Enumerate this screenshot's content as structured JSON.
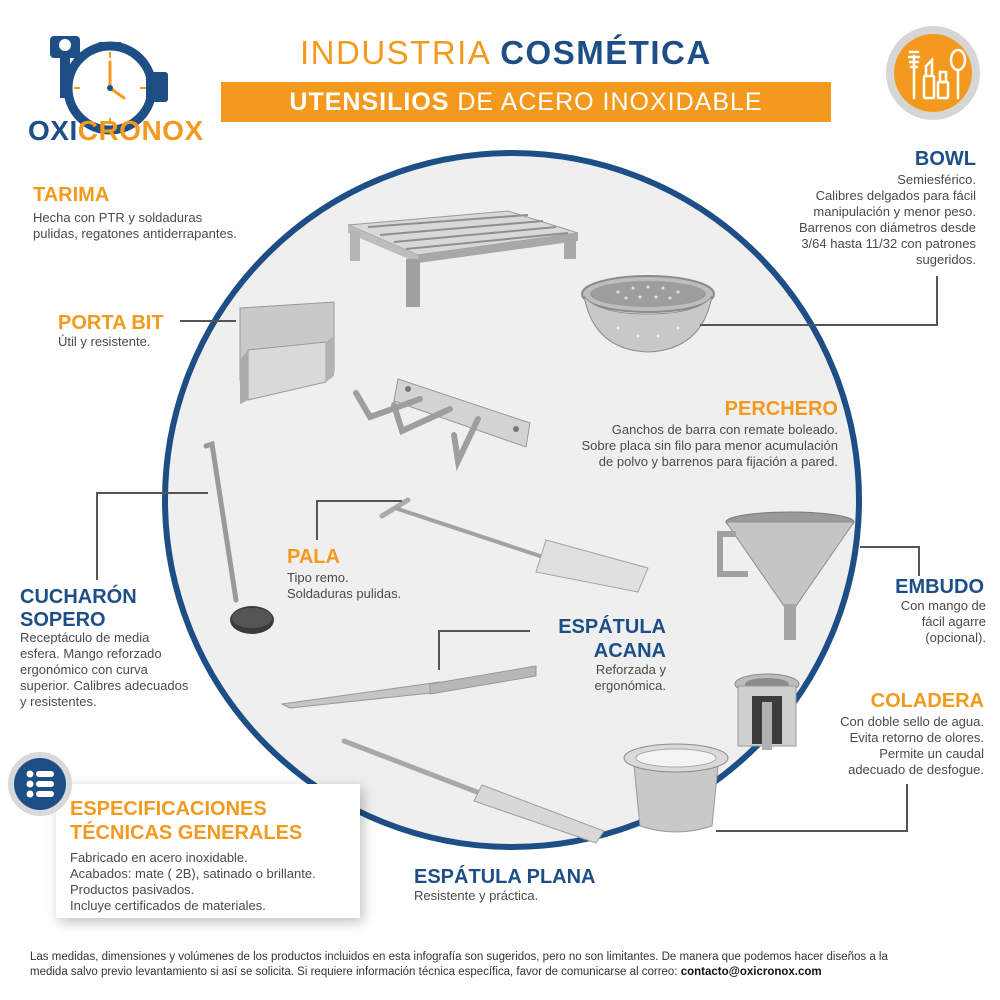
{
  "brand": {
    "part1": "OXI",
    "part2": "CRONOX"
  },
  "header": {
    "title_light": "INDUSTRIA",
    "title_bold": "COSMÉTICA",
    "banner_bold": "UTENSILIOS",
    "banner_light": "DE ACERO INOXIDABLE"
  },
  "products": {
    "tarima": {
      "title": "TARIMA",
      "lines": [
        "Hecha con PTR y soldaduras",
        "pulidas, regatones antiderrapantes."
      ]
    },
    "porta_bit": {
      "title": "PORTA BIT",
      "lines": [
        "Útil y resistente."
      ]
    },
    "bowl": {
      "title": "BOWL",
      "lines": [
        "Semiesférico.",
        "Calibres delgados para fácil",
        "manipulación y menor peso.",
        "Barrenos con diámetros desde",
        "3/64 hasta 11/32 con patrones",
        "sugeridos."
      ]
    },
    "perchero": {
      "title": "PERCHERO",
      "lines": [
        "Ganchos de barra con remate boleado.",
        "Sobre placa sin filo para menor acumulación",
        "de polvo y barrenos para fijación a pared."
      ]
    },
    "pala": {
      "title": "PALA",
      "lines": [
        "Tipo remo.",
        "Soldaduras pulidas."
      ]
    },
    "cucharon": {
      "title1": "CUCHARÓN",
      "title2": "SOPERO",
      "lines": [
        "Receptáculo de media",
        "esfera. Mango reforzado",
        "ergonómico con curva",
        "superior. Calibres adecuados",
        "y resistentes."
      ]
    },
    "embudo": {
      "title": "EMBUDO",
      "lines": [
        "Con mango de",
        "fácil agarre",
        "(opcional)."
      ]
    },
    "espatula_acana": {
      "title1": "ESPÁTULA",
      "title2": "ACANA",
      "lines": [
        "Reforzada y",
        "ergonómica."
      ]
    },
    "coladera": {
      "title": "COLADERA",
      "lines": [
        "Con doble sello de agua.",
        "Evita retorno de olores.",
        "Permite un caudal",
        "adecuado de desfogue."
      ]
    },
    "espatula_plana": {
      "title": "ESPÁTULA PLANA",
      "lines": [
        "Resistente y práctica."
      ]
    }
  },
  "specs": {
    "title1": "ESPECIFICACIONES",
    "title2": "TÉCNICAS GENERALES",
    "lines": [
      "Fabricado en acero inoxidable.",
      "Acabados: mate ( 2B), satinado o brillante.",
      "Productos pasivados.",
      "Incluye certificados de materiales."
    ]
  },
  "footer": {
    "text1": "Las medidas, dimensiones y volúmenes de los productos incluidos en esta infografía son sugeridos, pero no son limitantes. De manera que podemos hacer diseños a la",
    "text2": "medida salvo previo levantamiento si así se solicita. Si requiere información técnica específica, favor de comunicarse al correo: ",
    "email": "contacto@oxicronox.com"
  },
  "colors": {
    "orange": "#f39a1e",
    "blue": "#1e4e86",
    "circle": "#efefef"
  }
}
